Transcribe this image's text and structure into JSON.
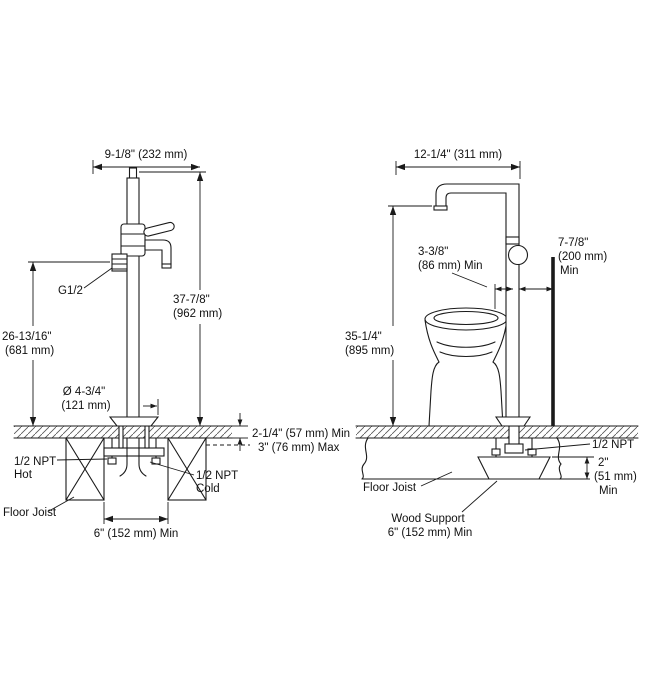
{
  "colors": {
    "ink": "#1a1a1a",
    "background": "#ffffff",
    "border": "#d6d6d6"
  },
  "left_view": {
    "spout_reach": "9-1/8\" (232 mm)",
    "g_thread": "G1/2",
    "overall_height_in": "37-7/8\"",
    "overall_height_mm": "(962 mm)",
    "connection_height_in": "26-13/16\"",
    "connection_height_mm": "(681 mm)",
    "base_diameter_in": "Ø 4-3/4\"",
    "base_diameter_mm": "(121 mm)",
    "floor_thickness_min": "2-1/4\" (57 mm) Min",
    "floor_thickness_max": "3\" (76 mm) Max",
    "hot_supply_line1": "1/2 NPT",
    "hot_supply_line2": "Hot",
    "cold_supply_line1": "1/2 NPT",
    "cold_supply_line2": "Cold",
    "floor_joist": "Floor Joist",
    "joist_opening": "6\" (152 mm) Min"
  },
  "right_view": {
    "spout_reach": "12-1/4\" (311 mm)",
    "tub_overlap_in": "3-3/8\"",
    "tub_overlap_mm": "(86 mm) Min",
    "wall_distance_in": "7-7/8\"",
    "wall_distance_mm": "(200 mm)",
    "wall_distance_min": "Min",
    "spout_height_in": "35-1/4\"",
    "spout_height_mm": "(895 mm)",
    "supply": "1/2 NPT",
    "support_thickness_in": "2\"",
    "support_thickness_mm": "(51 mm)",
    "support_thickness_min": "Min",
    "floor_joist": "Floor Joist",
    "wood_support_line1": "Wood Support",
    "wood_support_line2": "6\" (152 mm) Min"
  }
}
